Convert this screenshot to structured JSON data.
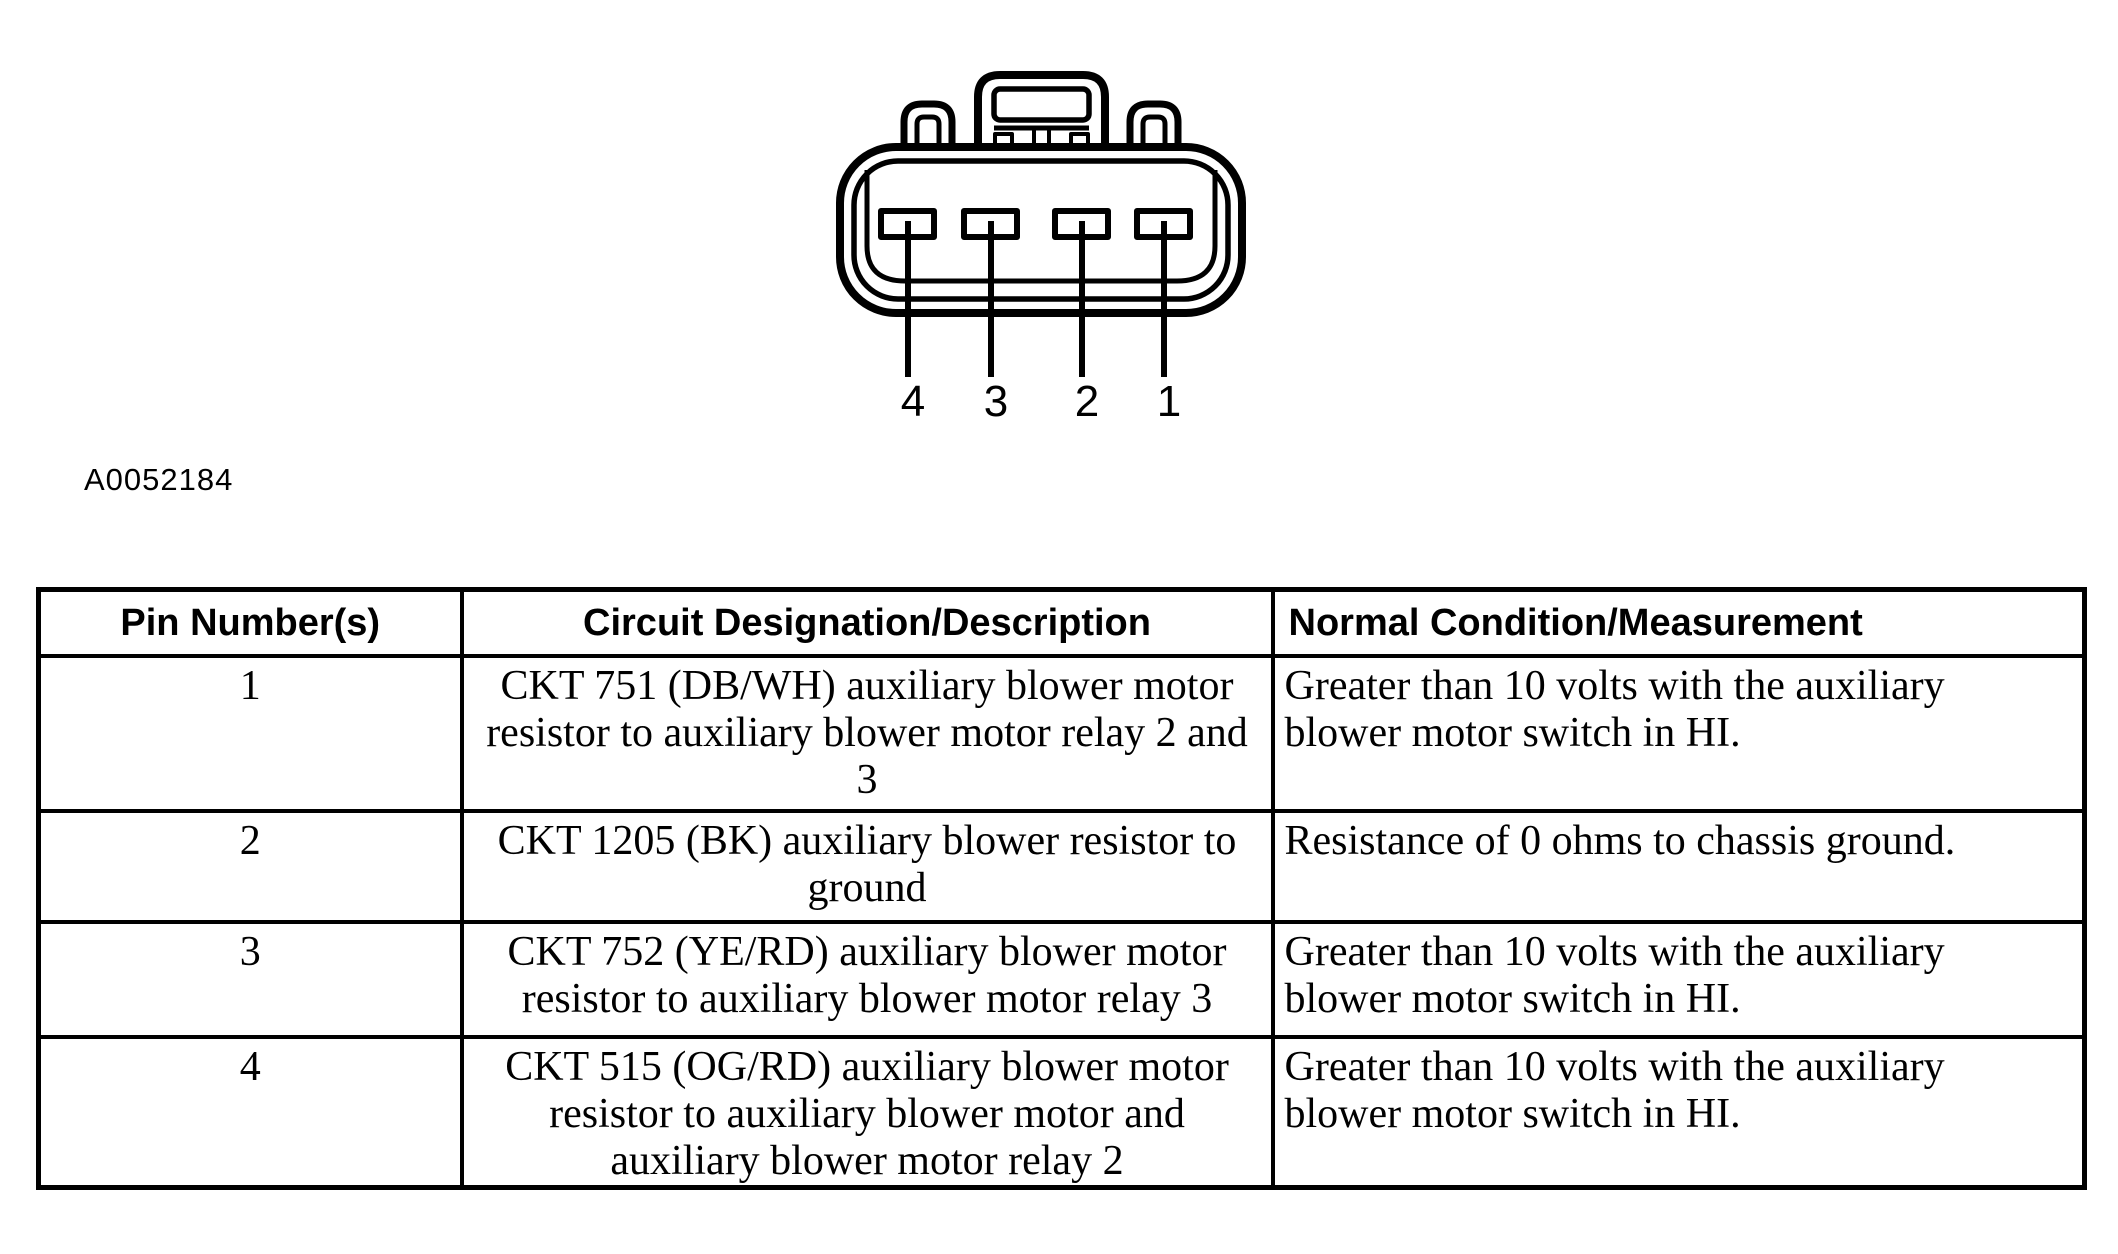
{
  "figure": {
    "id_label": "A0052184"
  },
  "connector": {
    "pin_labels": [
      "4",
      "3",
      "2",
      "1"
    ]
  },
  "table": {
    "headers": [
      "Pin Number(s)",
      "Circuit Designation/Description",
      "Normal Condition/Measurement"
    ],
    "rows": [
      {
        "pin": "1",
        "circuit": "CKT 751 (DB/WH) auxiliary blower motor\nresistor to auxiliary blower motor relay 2 and\n3",
        "condition": "Greater than 10 volts with the auxiliary\nblower motor switch in HI."
      },
      {
        "pin": "2",
        "circuit": "CKT 1205 (BK) auxiliary blower resistor to\nground",
        "condition": "Resistance of 0 ohms to chassis ground."
      },
      {
        "pin": "3",
        "circuit": "CKT 752 (YE/RD) auxiliary blower motor\nresistor to auxiliary blower motor relay 3",
        "condition": "Greater than 10 volts with the auxiliary\nblower motor switch in HI."
      },
      {
        "pin": "4",
        "circuit": "CKT 515 (OG/RD) auxiliary blower motor\nresistor to auxiliary blower motor and\nauxiliary blower motor relay 2",
        "condition": "Greater than 10 volts with the auxiliary\nblower motor switch in HI."
      }
    ]
  },
  "colors": {
    "ink": "#000000",
    "paper": "#ffffff"
  }
}
